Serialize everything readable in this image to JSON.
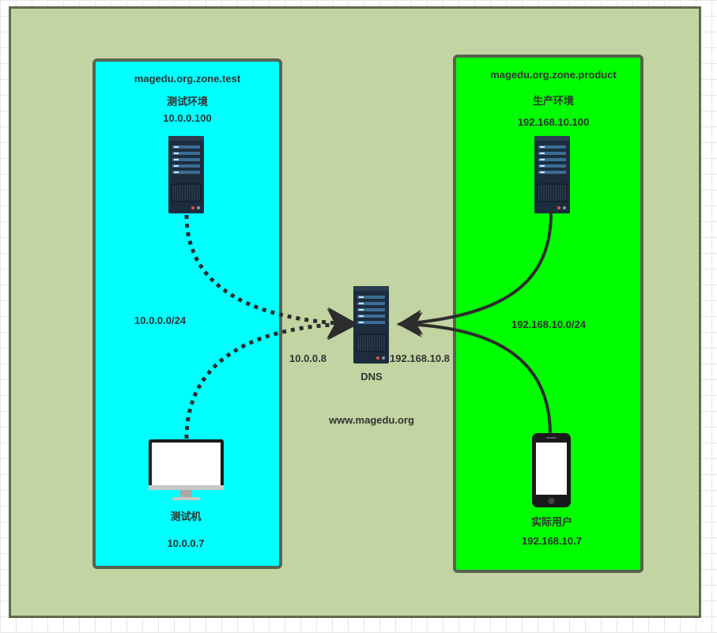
{
  "zones": {
    "test": {
      "domain": "magedu.org.zone.test",
      "env_name": "测试环境",
      "server_ip": "10.0.0.100",
      "network": "10.0.0.0/24",
      "client_name": "测试机",
      "client_ip": "10.0.0.7"
    },
    "product": {
      "domain": "magedu.org.zone.product",
      "env_name": "生产环境",
      "server_ip": "192.168.10.100",
      "network": "192.168.10.0/24",
      "client_name": "实际用户",
      "client_ip": "192.168.10.7"
    }
  },
  "dns": {
    "name": "DNS",
    "ip_test": "10.0.0.8",
    "ip_product": "192.168.10.8",
    "query_domain": "www.magedu.org"
  },
  "icons": {
    "test_server": "server-icon",
    "product_server": "server-icon",
    "dns_server": "server-icon",
    "test_client": "monitor-icon",
    "product_client": "smartphone-icon"
  },
  "colors": {
    "background": "#c1d4a2",
    "test_zone": "#00ffff",
    "product_zone": "#00ff00",
    "zone_border": "#566350",
    "link": "#2d2d2d"
  }
}
